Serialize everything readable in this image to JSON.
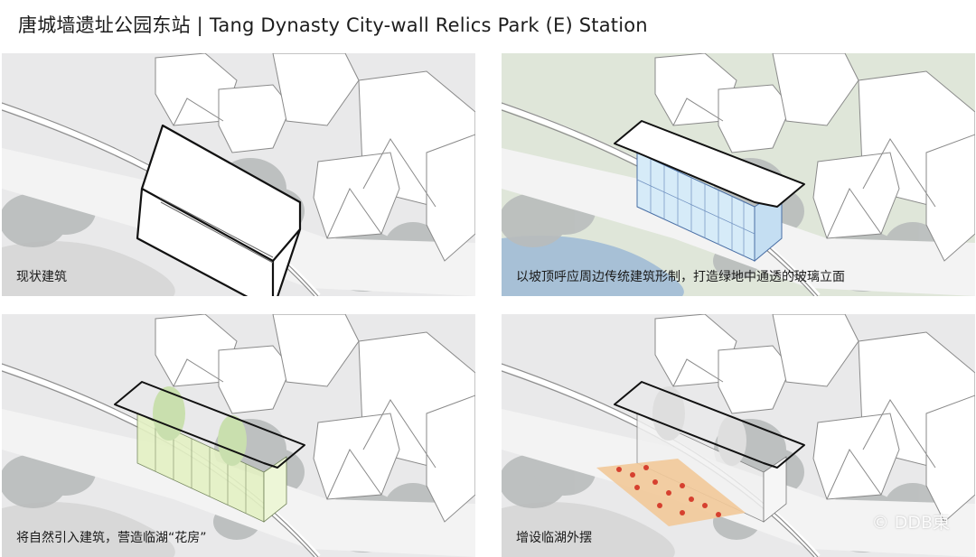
{
  "title": "唐城墙遗址公园东站 | Tang Dynasty City-wall Relics Park (E) Station",
  "panels": [
    {
      "caption": "现状建筑"
    },
    {
      "caption": "以坡顶呼应周边传统建筑形制，打造绿地中通透的玻璃立面"
    },
    {
      "caption": "将自然引入建筑，营造临湖“花房”"
    },
    {
      "caption": "增设临湖外摆"
    }
  ],
  "watermark": "© DDB東"
}
